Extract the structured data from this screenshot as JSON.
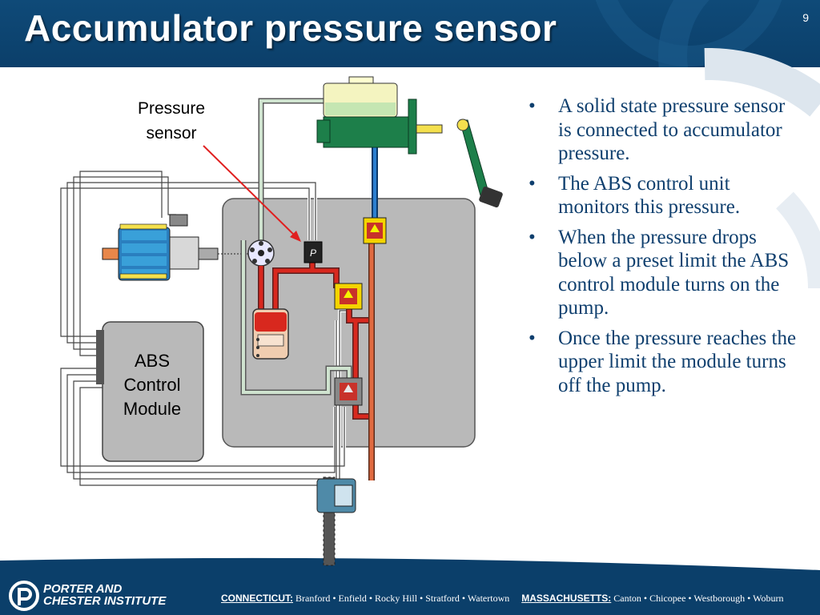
{
  "slide": {
    "title": "Accumulator pressure sensor",
    "number": "9"
  },
  "bullets": [
    "A solid state pressure sensor is connected to accumulator pressure.",
    "The ABS control unit monitors this pressure.",
    "When the pressure drops below a preset limit the ABS control module turns on the pump.",
    "Once the pressure reaches the upper limit the module turns off the pump."
  ],
  "diagram": {
    "pressure_sensor_label": [
      "Pressure",
      "sensor"
    ],
    "abs_module_label": [
      "ABS",
      "Control",
      "Module"
    ],
    "sensor_tag": "P"
  },
  "footer": {
    "brand_line1": "PORTER AND",
    "brand_line2": "CHESTER INSTITUTE",
    "ct_state": "CONNECTICUT:",
    "ct_towns": "Branford • Enfield • Rocky Hill • Stratford • Watertown",
    "ma_state": "MASSACHUSETTS:",
    "ma_towns": "Canton • Chicopee • Westborough • Woburn"
  },
  "colors": {
    "navy": "#0b3f6a",
    "pressure_red": "#d8281e",
    "return_green": "#cfe3cf",
    "brake_green": "#1d7f4a",
    "housing_gray": "#b9b9b9"
  }
}
